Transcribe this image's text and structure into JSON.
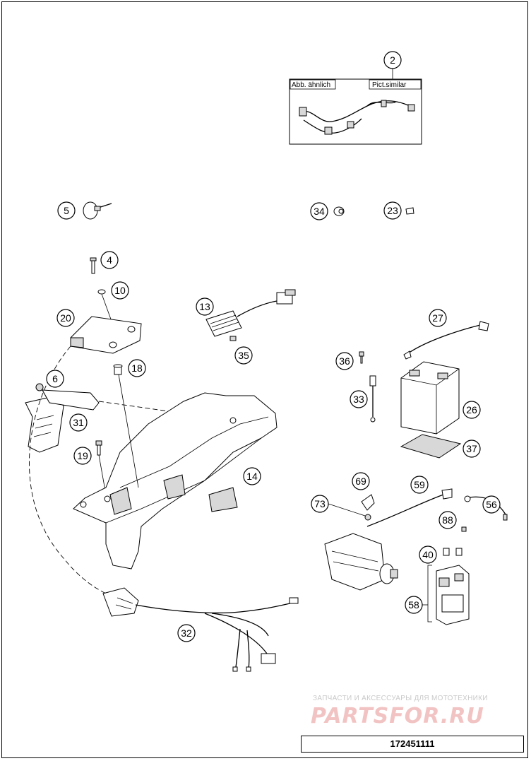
{
  "callouts": [
    {
      "num": "2"
    },
    {
      "num": "5"
    },
    {
      "num": "34"
    },
    {
      "num": "23"
    },
    {
      "num": "4"
    },
    {
      "num": "10"
    },
    {
      "num": "20"
    },
    {
      "num": "13"
    },
    {
      "num": "35"
    },
    {
      "num": "27"
    },
    {
      "num": "18"
    },
    {
      "num": "36"
    },
    {
      "num": "6"
    },
    {
      "num": "33"
    },
    {
      "num": "26"
    },
    {
      "num": "31"
    },
    {
      "num": "37"
    },
    {
      "num": "19"
    },
    {
      "num": "14"
    },
    {
      "num": "69"
    },
    {
      "num": "59"
    },
    {
      "num": "73"
    },
    {
      "num": "56"
    },
    {
      "num": "88"
    },
    {
      "num": "40"
    },
    {
      "num": "58"
    },
    {
      "num": "32"
    }
  ],
  "harness_box": {
    "label_left": "Abb. ähnlich",
    "label_right": "Pict.similar"
  },
  "watermark": {
    "subtitle": "ЗАПЧАСТИ И АКСЕССУАРЫ ДЛЯ МОТОТЕХНИКИ",
    "logo": "PARTSFOR.RU"
  },
  "drawing_number": "172451111"
}
